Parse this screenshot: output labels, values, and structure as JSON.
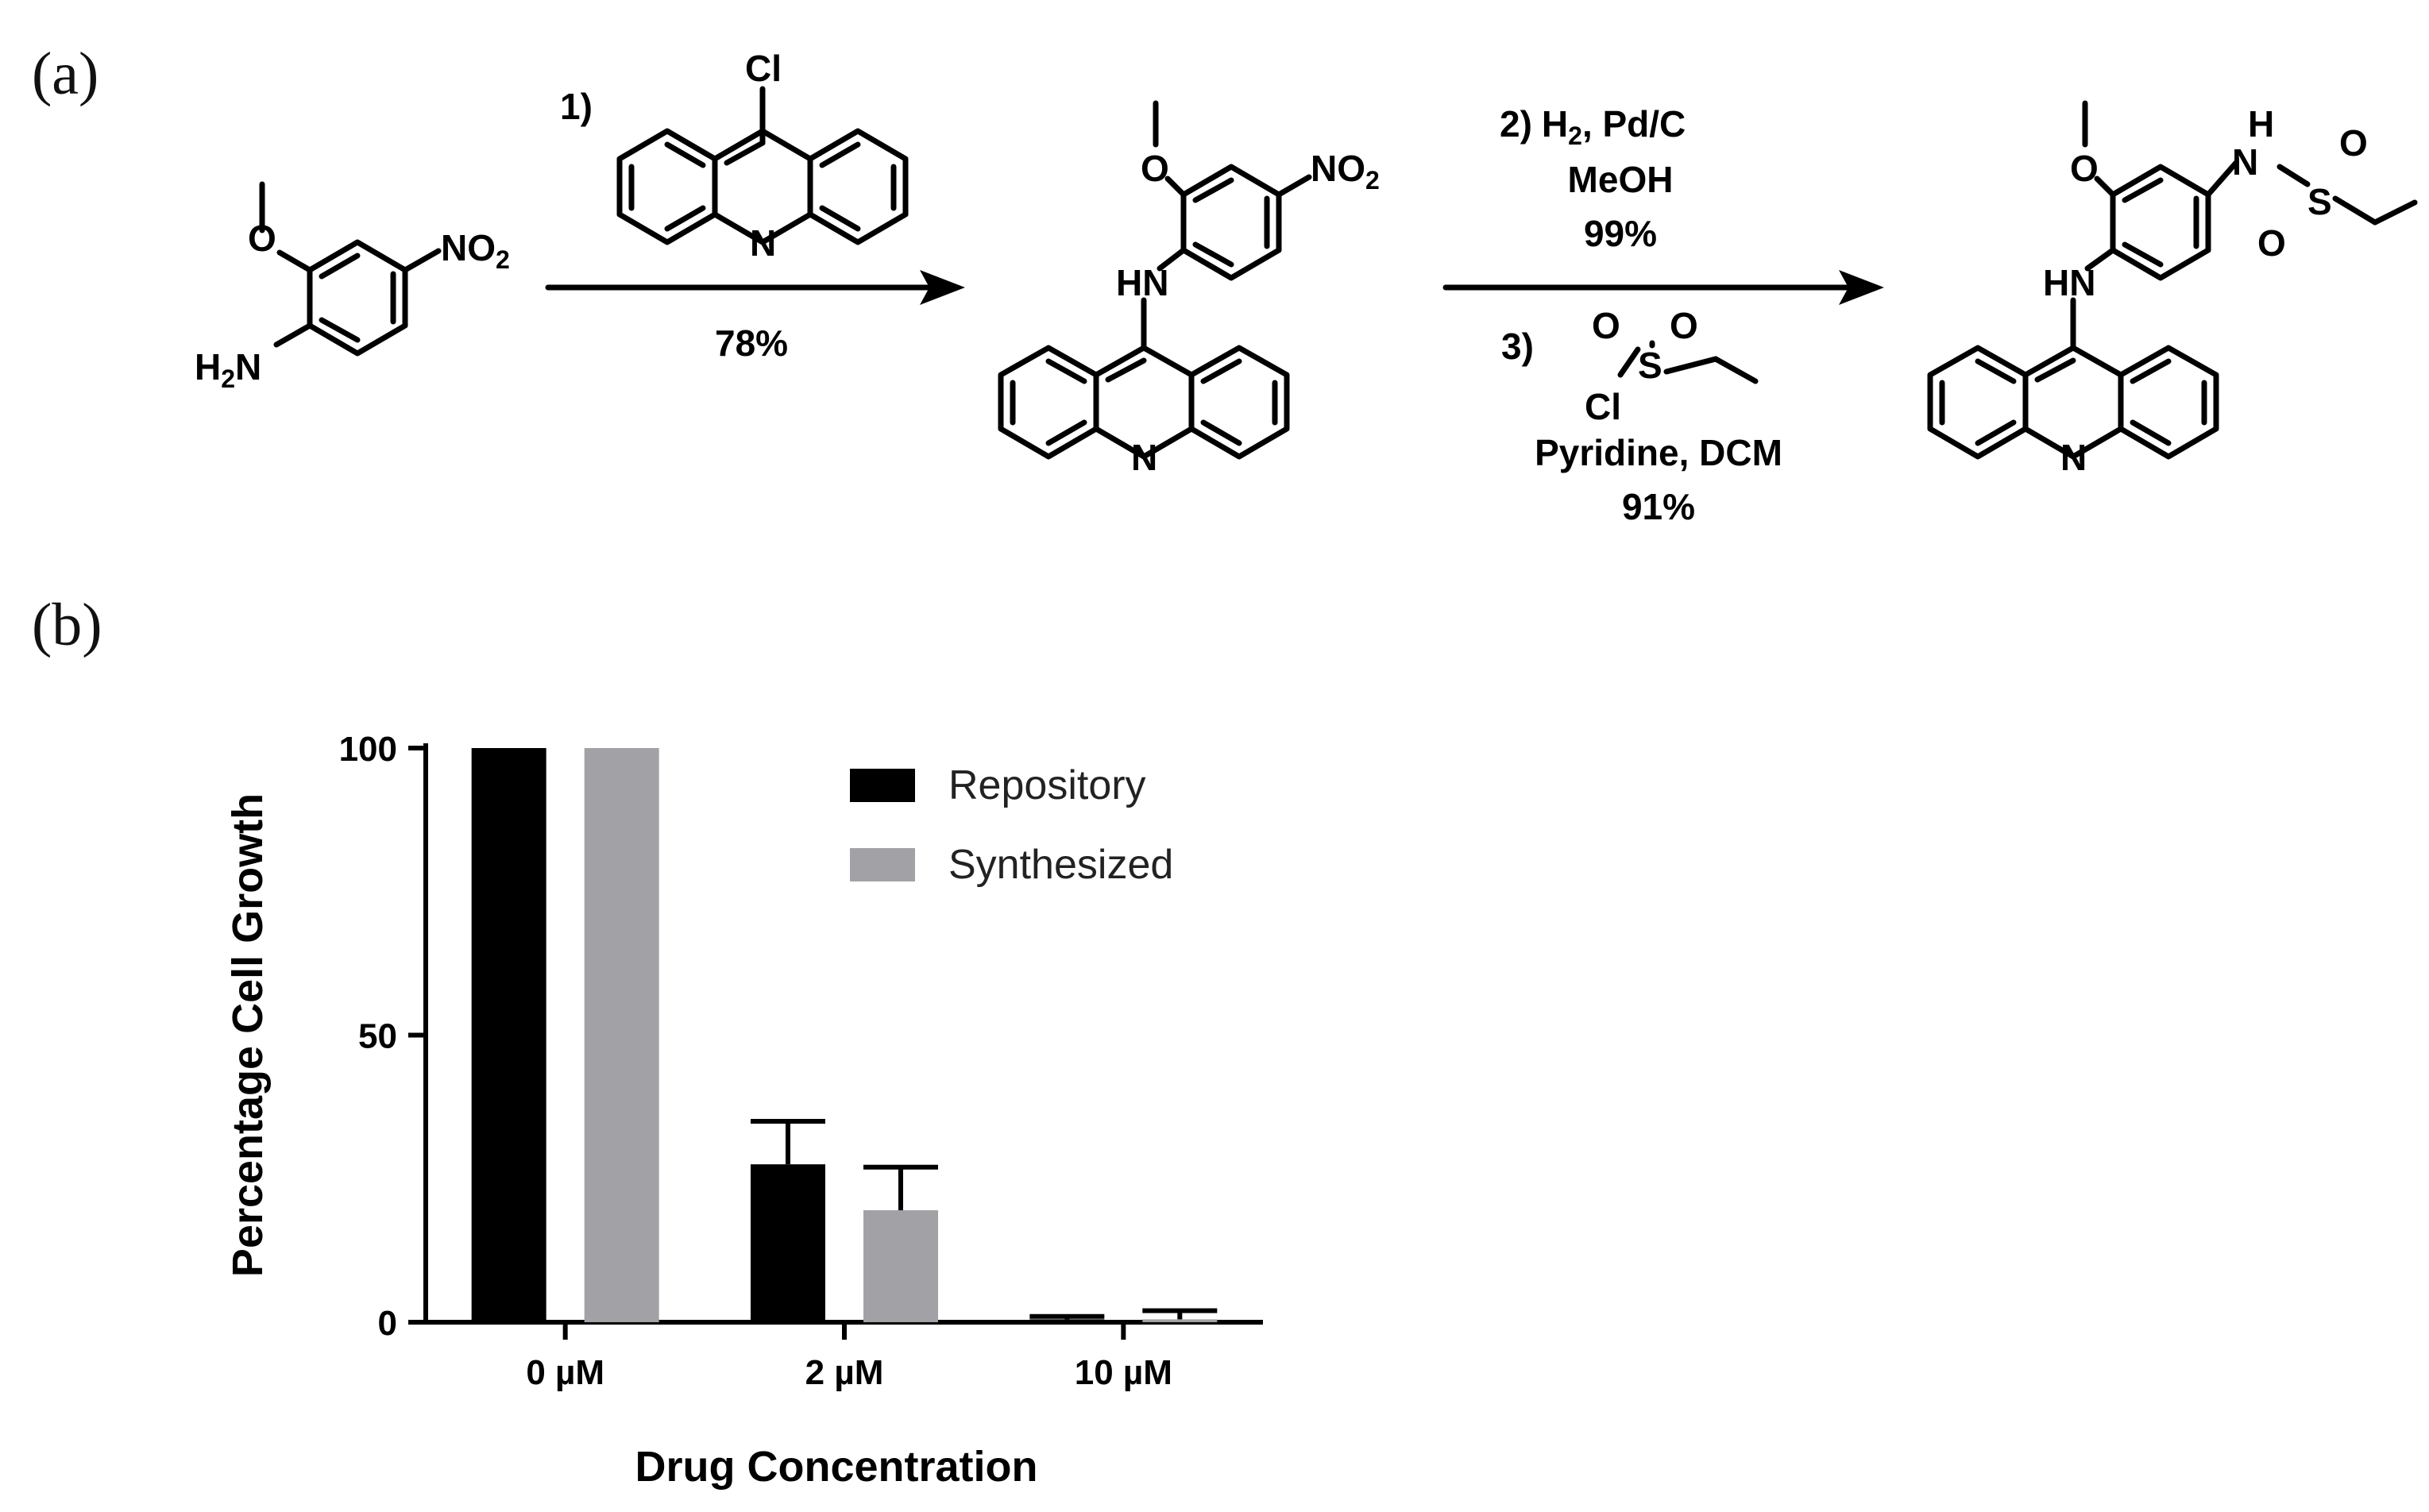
{
  "panels": {
    "a": "(a)",
    "b": "(b)"
  },
  "reaction": {
    "reagent1_label": "1)",
    "reagent1_atom": "Cl",
    "ring_n": "N",
    "yield1": "78%",
    "step2_label": "2)",
    "step2_reagent_main": "H",
    "step2_reagent_sub": "2",
    "step2_reagent_rest": ", Pd/C",
    "step2_solvent": "MeOH",
    "step2_yield": "99%",
    "step3_label": "3)",
    "step3_conditions": "Pyridine, DCM",
    "step3_yield": "91%",
    "atoms": {
      "o": "O",
      "no2_main": "NO",
      "no2_sub": "2",
      "h2n_main": "H",
      "h2n_sub": "2",
      "h2n_n": "N",
      "hn": "HN",
      "s": "S",
      "cl": "Cl",
      "h": "H",
      "n": "N"
    }
  },
  "chart_data": {
    "type": "bar",
    "categories": [
      "0 µM",
      "2 µM",
      "10 µM"
    ],
    "series": [
      {
        "name": "Repository",
        "values": [
          100,
          27.5,
          0.5
        ],
        "errors": [
          0,
          7.5,
          0.5
        ],
        "color": "#000000"
      },
      {
        "name": "Synthesized",
        "values": [
          100,
          19.5,
          0.5
        ],
        "errors": [
          0,
          7.5,
          1.5
        ],
        "color": "#a2a2a6"
      }
    ],
    "xlabel": "Drug Concentration",
    "ylabel": "Percentage Cell Growth",
    "ylim": [
      0,
      100
    ],
    "yticks": [
      0,
      50,
      100
    ],
    "legend_position": "top-right",
    "grid": false
  }
}
